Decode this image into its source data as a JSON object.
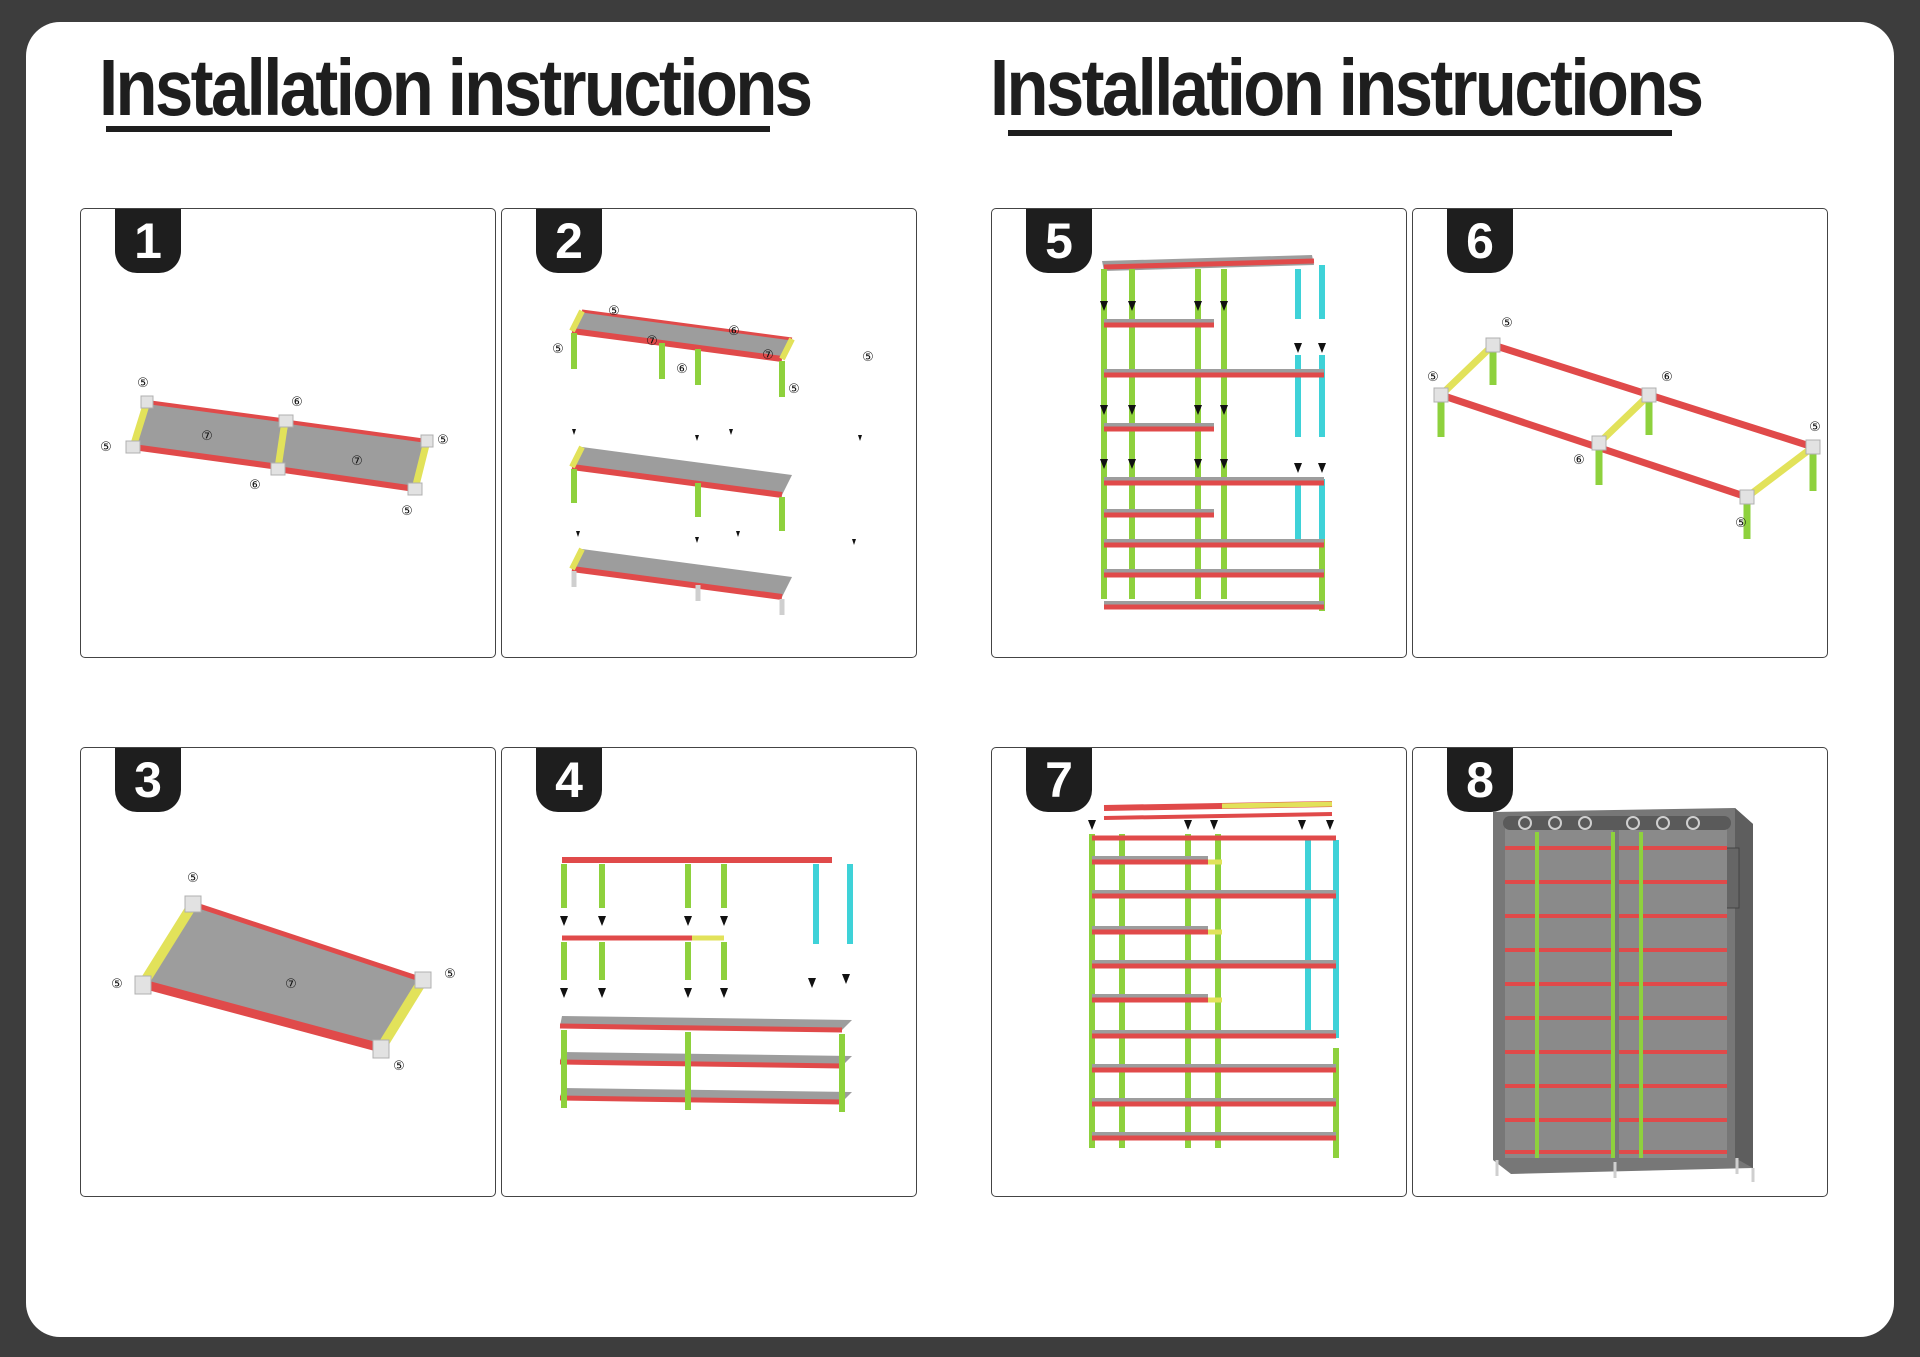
{
  "headings": {
    "left": "Installation instructions",
    "right": "Installation instructions"
  },
  "steps": [
    {
      "num": "1"
    },
    {
      "num": "2"
    },
    {
      "num": "3"
    },
    {
      "num": "4"
    },
    {
      "num": "5"
    },
    {
      "num": "6"
    },
    {
      "num": "7"
    },
    {
      "num": "8"
    }
  ],
  "part_labels": {
    "corner": "⑤",
    "tee": "⑥",
    "shelf": "⑦"
  },
  "colors": {
    "red": "#e04a4a",
    "yellow": "#e2e25a",
    "green": "#8ed13d",
    "cyan": "#3ed2d8",
    "gray": "#9d9d9d",
    "joint": "#e2e2e2",
    "cover": "#777777",
    "frame": "#1e1e1e"
  }
}
